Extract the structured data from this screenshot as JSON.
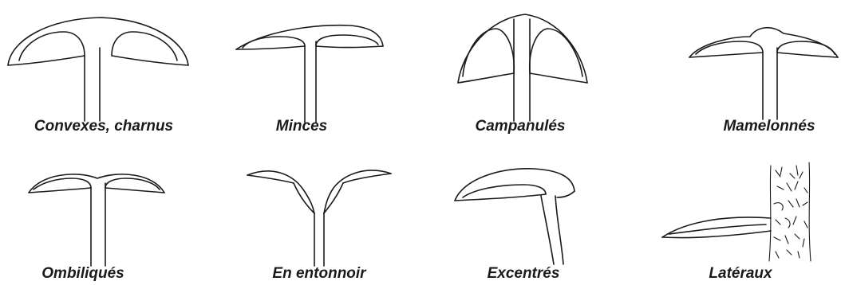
{
  "figures": [
    {
      "caption": "Convexes, charnus"
    },
    {
      "caption": "Minces"
    },
    {
      "caption": "Campanulés"
    },
    {
      "caption": "Mamelonnés"
    },
    {
      "caption": "Ombiliqués"
    },
    {
      "caption": "En entonnoir"
    },
    {
      "caption": "Excentrés"
    },
    {
      "caption": "Latéraux"
    }
  ]
}
